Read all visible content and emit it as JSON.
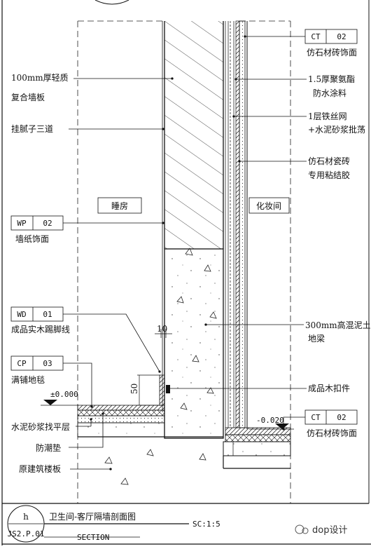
{
  "drawing": {
    "title": "卫生间-客厅隔墙剖面图",
    "subtitle": "SECTION",
    "scale": "SC:1:5",
    "sheet_letter": "h",
    "sheet_code": "JS2.P.01",
    "watermark": "dop设计"
  },
  "rooms": {
    "left": "睡房",
    "right": "化妆间"
  },
  "callouts_left": [
    {
      "line1": "100mm厚轻质",
      "line2": "复合墙板"
    },
    {
      "line1": "挂腻子三道"
    }
  ],
  "tags_left": [
    {
      "code": "WP",
      "num": "02",
      "label": "墙纸饰面"
    },
    {
      "code": "WD",
      "num": "01",
      "label": "成品实木踢脚线"
    },
    {
      "code": "CP",
      "num": "03",
      "label": "满铺地毯"
    }
  ],
  "callouts_left_bottom": [
    {
      "line1": "水泥砂浆找平层"
    },
    {
      "line1": "防潮垫"
    },
    {
      "line1": "原建筑楼板"
    }
  ],
  "tags_right": [
    {
      "code": "CT",
      "num": "02",
      "label": "仿石材砖饰面"
    },
    {
      "code": "CT",
      "num": "02",
      "label": "仿石材砖饰面"
    }
  ],
  "callouts_right": [
    {
      "line1": "1.5厚聚氨酯",
      "line2": "防水涂料"
    },
    {
      "line1": "1层铁丝网",
      "line2": "+水泥砂浆批荡"
    },
    {
      "line1": "仿石材瓷砖",
      "line2": "专用粘结胶"
    },
    {
      "line1": "300mm高混泥土",
      "line2": "地梁"
    },
    {
      "line1": "成品木扣件"
    }
  ],
  "levels": {
    "left": "±0.000",
    "right": "-0.020"
  },
  "dims": {
    "gap": "10",
    "height": "50"
  }
}
